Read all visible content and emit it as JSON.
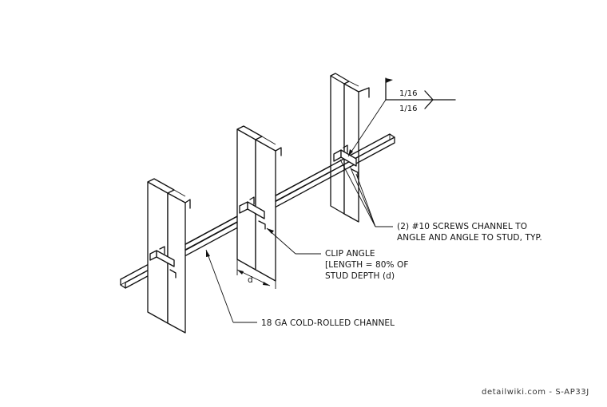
{
  "labels": {
    "screws": [
      "(2) #10 SCREWS CHANNEL TO",
      "ANGLE AND ANGLE TO STUD, TYP."
    ],
    "clip_angle": [
      "CLIP ANGLE",
      "[LENGTH = 80% OF",
      "STUD DEPTH (d)"
    ],
    "channel": "18 GA COLD-ROLLED CHANNEL",
    "dimension": "d"
  },
  "weld": {
    "top": "1/16",
    "bottom": "1/16"
  },
  "credit": "detailwiki.com - S-AP33J"
}
